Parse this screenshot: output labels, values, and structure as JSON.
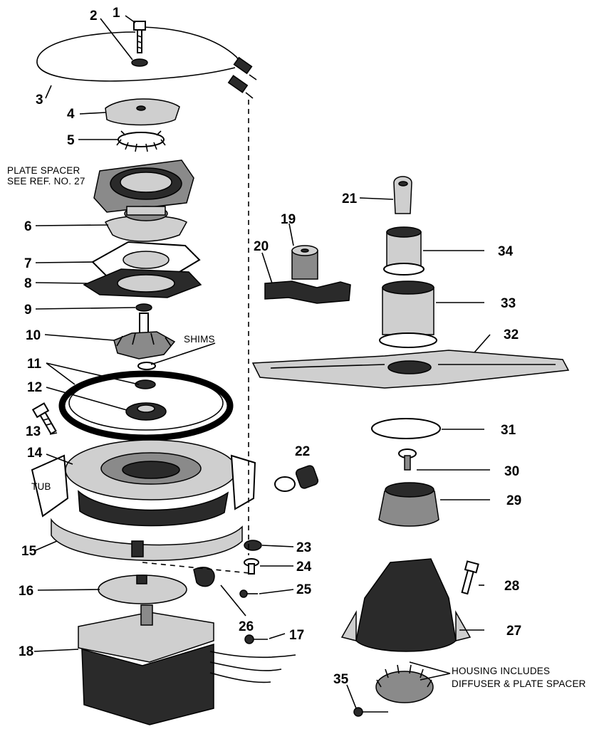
{
  "callouts": {
    "c1": "1",
    "c2": "2",
    "c3": "3",
    "c4": "4",
    "c5": "5",
    "c6": "6",
    "c7": "7",
    "c8": "8",
    "c9": "9",
    "c10": "10",
    "c11": "11",
    "c12": "12",
    "c13": "13",
    "c14": "14",
    "c15": "15",
    "c16": "16",
    "c17": "17",
    "c18": "18",
    "c19": "19",
    "c20": "20",
    "c21": "21",
    "c22": "22",
    "c23": "23",
    "c24": "24",
    "c25": "25",
    "c26": "26",
    "c27": "27",
    "c28": "28",
    "c29": "29",
    "c30": "30",
    "c31": "31",
    "c32": "32",
    "c33": "33",
    "c34": "34",
    "c35": "35"
  },
  "notes": {
    "plate_spacer_line1": "PLATE SPACER",
    "plate_spacer_line2": "SEE REF. NO. 27",
    "shims": "SHIMS",
    "tub": "TUB",
    "housing_line1": "HOUSING INCLUDES",
    "housing_line2": "DIFFUSER & PLATE SPACER"
  }
}
